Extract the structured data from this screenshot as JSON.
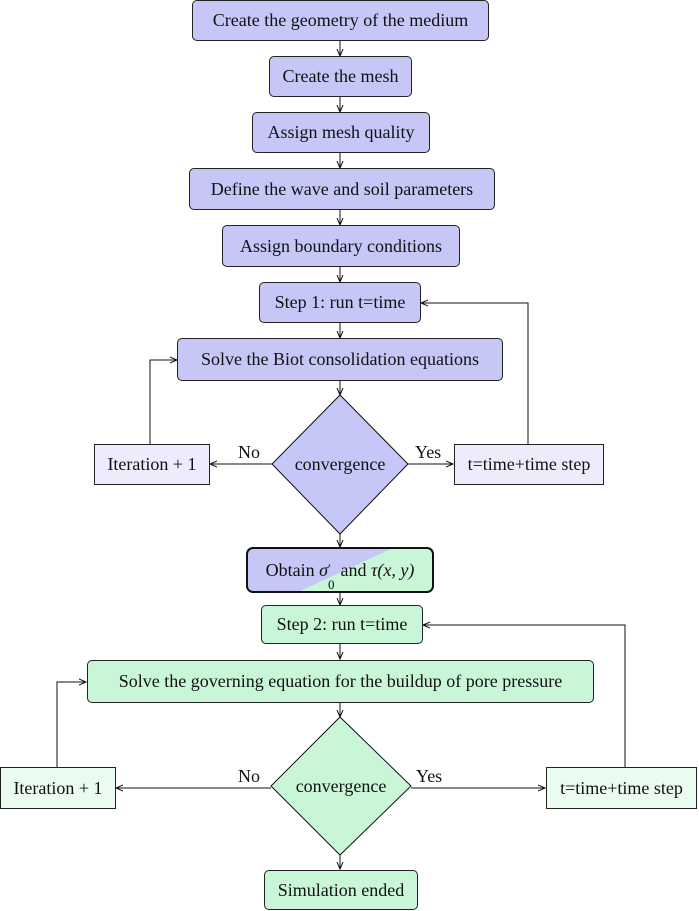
{
  "flow": {
    "geometry": "Create the geometry of the medium",
    "mesh": "Create the mesh",
    "quality": "Assign mesh quality",
    "params": "Define the wave and soil parameters",
    "boundary": "Assign boundary conditions",
    "step1": "Step 1: run t=time",
    "biot": "Solve the Biot consolidation equations",
    "conv1": "convergence",
    "iter1": "Iteration + 1",
    "time1": "t=time+time step",
    "no1": "No",
    "yes1": "Yes",
    "obtain_prefix": "Obtain",
    "obtain_sym1": "σ",
    "obtain_sym1_sub": "0",
    "obtain_sym1_sup": "′",
    "obtain_and": "and",
    "obtain_sym2": "τ(x, y)",
    "step2": "Step 2: run t=time",
    "governing": "Solve the governing equation for the buildup of pore pressure",
    "conv2": "convergence",
    "iter2": "Iteration + 1",
    "time2": "t=time+time step",
    "no2": "No",
    "yes2": "Yes",
    "ended": "Simulation ended"
  },
  "colors": {
    "purple": "#c6c6f7",
    "light_purple": "#ececfc",
    "green": "#c9f6d6",
    "light_green": "#eafcef"
  }
}
